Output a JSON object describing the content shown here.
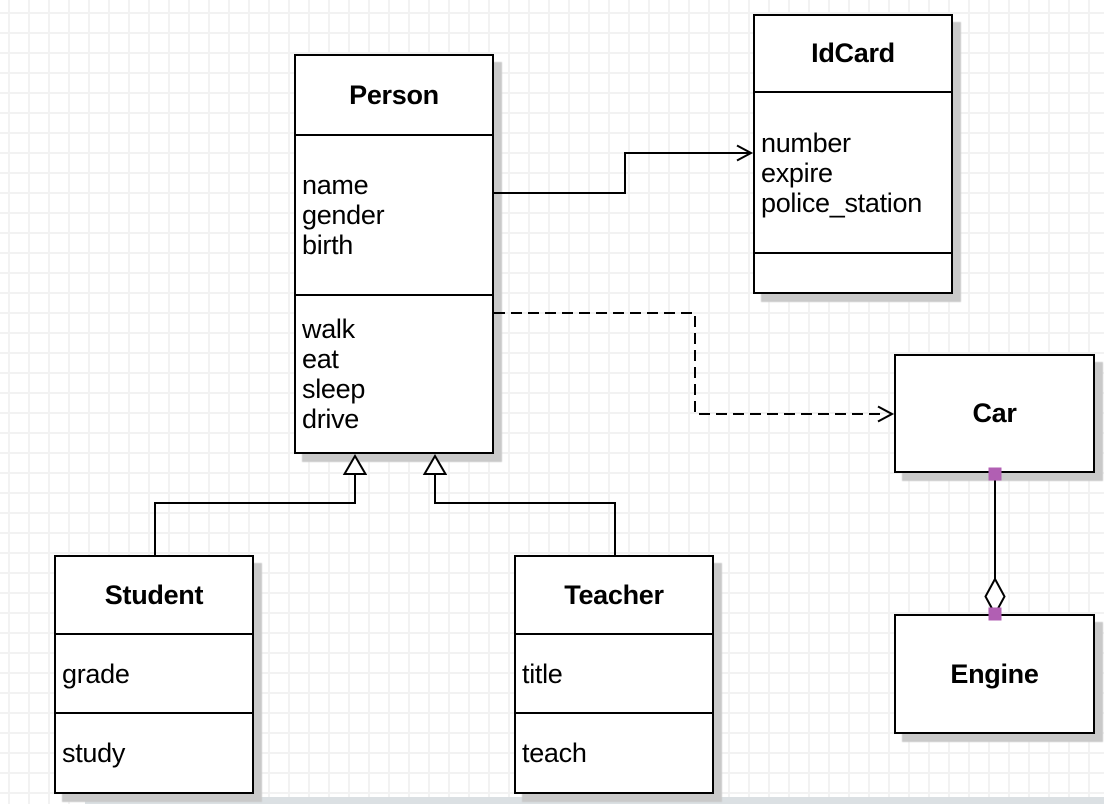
{
  "diagram_type": "uml-class-diagram",
  "colors": {
    "stroke": "#000000",
    "shape_fill": "#ffffff",
    "shadow": "#c9c9c9",
    "grid_line": "#f2f2f2",
    "connection_point": "#b15fb3",
    "page_edge": "#dbe0e3"
  },
  "classes": {
    "person": {
      "title": "Person",
      "attributes": [
        "name",
        "gender",
        "birth"
      ],
      "methods": [
        "walk",
        "eat",
        "sleep",
        "drive"
      ]
    },
    "idcard": {
      "title": "IdCard",
      "attributes": [
        "number",
        "expire",
        "police_station"
      ],
      "methods": []
    },
    "car": {
      "title": "Car"
    },
    "engine": {
      "title": "Engine"
    },
    "student": {
      "title": "Student",
      "attributes": [
        "grade"
      ],
      "methods": [
        "study"
      ]
    },
    "teacher": {
      "title": "Teacher",
      "attributes": [
        "title"
      ],
      "methods": [
        "teach"
      ]
    }
  },
  "relationships": [
    {
      "from": "Person",
      "to": "IdCard",
      "type": "association",
      "line": "solid",
      "arrow": "open"
    },
    {
      "from": "Person",
      "to": "Car",
      "type": "dependency",
      "line": "dashed",
      "arrow": "open"
    },
    {
      "from": "Student",
      "to": "Person",
      "type": "generalization",
      "line": "solid",
      "arrow": "hollow-triangle"
    },
    {
      "from": "Teacher",
      "to": "Person",
      "type": "generalization",
      "line": "solid",
      "arrow": "hollow-triangle"
    },
    {
      "from": "Car",
      "to": "Engine",
      "type": "aggregation",
      "line": "solid",
      "arrow": "hollow-diamond"
    }
  ]
}
